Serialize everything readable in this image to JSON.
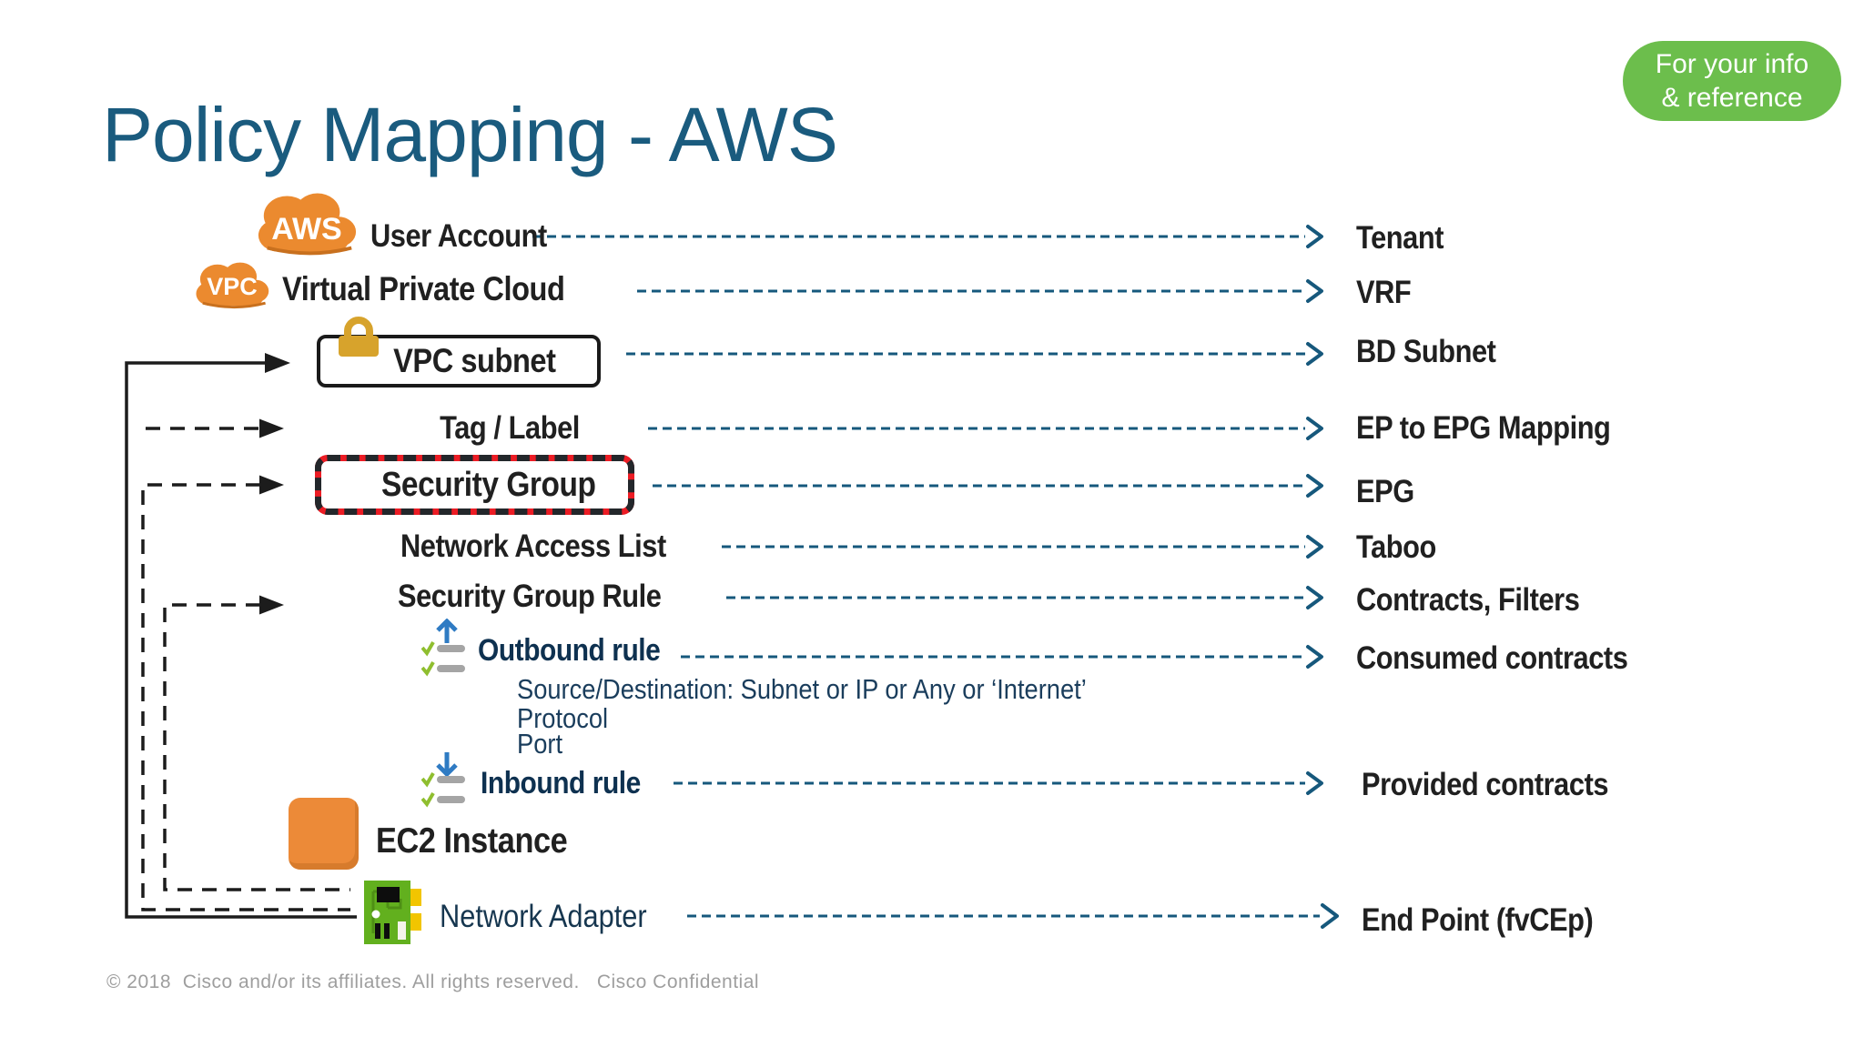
{
  "slide": {
    "title": "Policy Mapping - AWS",
    "badge": {
      "line1": "For your info",
      "line2": "& reference"
    },
    "footer": "© 2018  Cisco and/or its affiliates. All rights reserved.   Cisco Confidential"
  },
  "icons": {
    "aws_cloud_label": "AWS",
    "vpc_cloud_label": "VPC"
  },
  "rows": {
    "user_account": {
      "aws": "User Account",
      "aci": "Tenant"
    },
    "vpc": {
      "aws": "Virtual Private Cloud",
      "aci": "VRF"
    },
    "vpc_subnet": {
      "aws": "VPC subnet",
      "aci": "BD Subnet"
    },
    "tag_label": {
      "aws": "Tag / Label",
      "aci": "EP to EPG Mapping"
    },
    "security_group": {
      "aws": "Security Group",
      "aci": "EPG"
    },
    "network_acl": {
      "aws": "Network Access List",
      "aci": "Taboo"
    },
    "sg_rule": {
      "aws": "Security Group Rule",
      "aci": "Contracts, Filters"
    },
    "outbound": {
      "aws": "Outbound rule",
      "aci": "Consumed contracts"
    },
    "rule_details": [
      "Source/Destination: Subnet or IP or Any or ‘Internet’",
      "Protocol",
      "Port"
    ],
    "inbound": {
      "aws": "Inbound rule",
      "aci": "Provided contracts"
    },
    "ec2": {
      "aws": "EC2 Instance"
    },
    "network_adapter": {
      "aws": "Network Adapter",
      "aci": "End Point (fvCEp)"
    }
  },
  "colors": {
    "title_teal": "#1A5B7E",
    "arrow_teal": "#16587C",
    "cisco_green": "#6CBE4C",
    "aws_orange": "#EB8A2F",
    "alert_red": "#EC1C24",
    "gold_lock": "#D7A32C",
    "navy_text": "#0E3150",
    "nic_green": "#62B01E",
    "nic_yellow": "#F2C500",
    "blue_arrow": "#2F7BC3"
  }
}
